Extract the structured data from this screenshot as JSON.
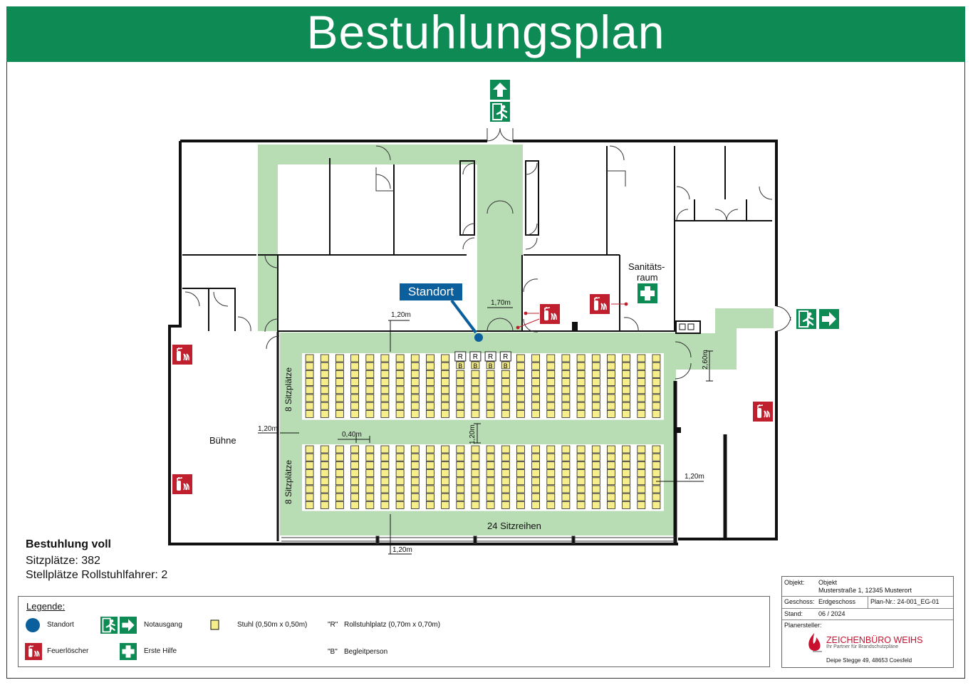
{
  "title": "Bestuhlungsplan",
  "standort_label": "Standort",
  "rooms": {
    "stage": "Bühne",
    "sanitaet_line1": "Sanitäts-",
    "sanitaet_line2": "raum"
  },
  "seating": {
    "block_label": "8 Sitzplätze",
    "rows_label": "24 Sitzreihen",
    "rows": 24,
    "seats_per_block": 8,
    "wheelchair_mark": "R",
    "companion_mark": "B",
    "wheelchair_places": 4
  },
  "dimensions": {
    "corridor_door": "1,70m",
    "top_aisle": "1,20m",
    "side_aisle": "1,20m",
    "row_gap": "0,40m",
    "middle_aisle": "1,20m",
    "bottom_aisle": "1,20m",
    "right_aisle": "1,20m",
    "exit_width": "2,60m"
  },
  "summary": {
    "heading": "Bestuhlung voll",
    "seats": "Sitzplätze: 382",
    "wheelchair": "Stellplätze Rollstuhlfahrer: 2"
  },
  "legend": {
    "title": "Legende:",
    "standort": "Standort",
    "notausgang": "Notausgang",
    "stuhl": "Stuhl (0,50m x 0,50m)",
    "r_key": "\"R\"",
    "rollstuhlplatz": "Rollstuhlplatz (0,70m x 0,70m)",
    "feuerloescher": "Feuerlöscher",
    "erste_hilfe": "Erste Hilfe",
    "b_key": "\"B\"",
    "begleitperson": "Begleitperson"
  },
  "info": {
    "objekt_key": "Objekt:",
    "objekt_name": "Objekt",
    "objekt_address": "Musterstraße 1, 12345 Musterort",
    "geschoss_key": "Geschoss:",
    "geschoss_value": "Erdgeschoss",
    "plan_nr": "Plan-Nr.: 24-001_EG-01",
    "stand_key": "Stand:",
    "stand_value": "06 / 2024",
    "planersteller_key": "Planersteller:",
    "company": "ZEICHENBÜRO WEIHS",
    "tagline": "Ihr Partner für Brandschutzpläne",
    "company_address": "Deipe Stegge 49, 48653 Coesfeld"
  },
  "colors": {
    "brand_green": "#0e8a55",
    "escape_route": "#b8ddb4",
    "chair": "#f6ee8a",
    "standort": "#0b5f9c",
    "extinguisher": "#c0202e"
  },
  "icons": [
    "exit-arrow-up-icon",
    "running-man-exit-icon",
    "exit-arrow-right-icon",
    "fire-extinguisher-icon",
    "first-aid-cross-icon",
    "location-dot-icon"
  ]
}
